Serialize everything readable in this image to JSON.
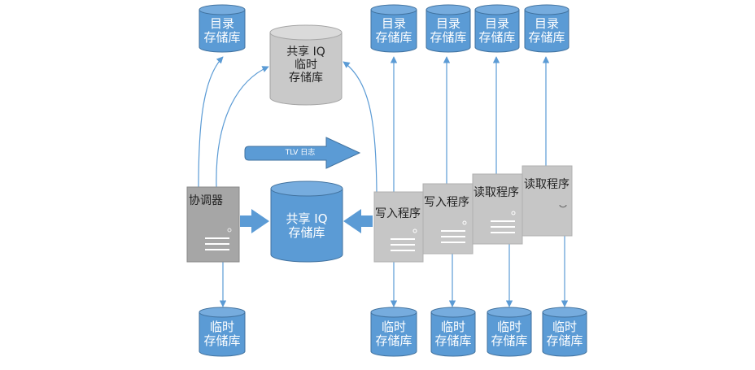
{
  "labels": {
    "catalog_store": "目录\n存储库",
    "temp_store": "临时\n存储库",
    "shared_temp_store": "共享 IQ\n临时\n存储库",
    "shared_main_store": "共享 IQ\n存储库",
    "tlv_log": "TLV 日志"
  },
  "servers": {
    "coordinator": "协调器",
    "writer1": "写入程序",
    "writer2": "写入程序",
    "reader1": "读取程序",
    "reader2": "读取程序"
  },
  "colors": {
    "blue": "#5b9bd5",
    "blue_stroke": "#41729f",
    "gray_store": "#c9c9c9",
    "coordinator": "#a6a6a6",
    "server": "#c6c6c6",
    "connector": "#5b9bd5"
  }
}
